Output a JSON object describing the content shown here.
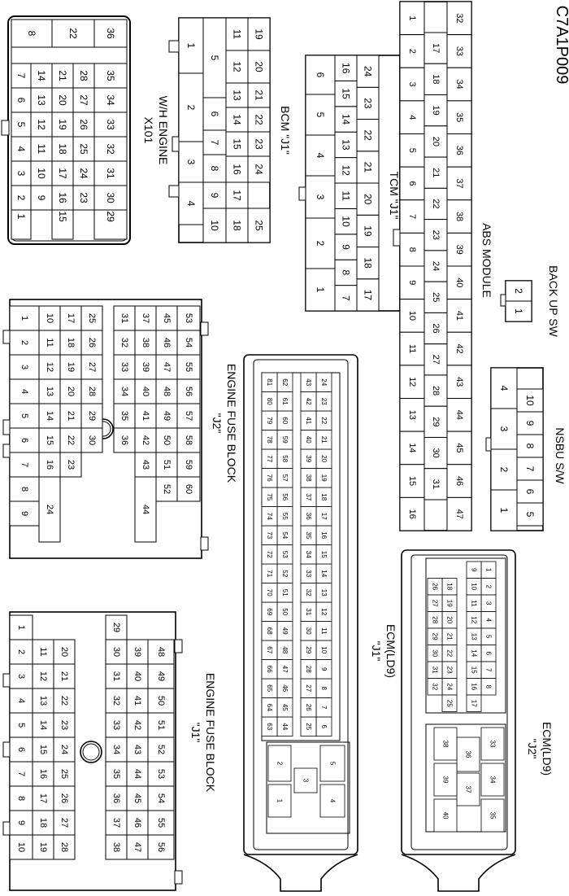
{
  "diagram_code": "C7A1P009",
  "connectors": {
    "x101": {
      "line1": "X101",
      "line2": "W/H ENGINE",
      "pins": [
        "1",
        "2",
        "3",
        "4",
        "5",
        "6",
        "7",
        "8",
        "9",
        "10",
        "11",
        "12",
        "13",
        "14",
        "15",
        "16",
        "17",
        "18",
        "19",
        "20",
        "21",
        "22",
        "23",
        "24",
        "25",
        "26",
        "27",
        "28",
        "29",
        "30",
        "31",
        "32",
        "33",
        "34",
        "35",
        "36"
      ]
    },
    "bcm": {
      "label": "BCM \"J1\"",
      "pins": [
        "1",
        "2",
        "3",
        "4",
        "5",
        "6",
        "7",
        "8",
        "9",
        "10",
        "11",
        "12",
        "13",
        "14",
        "15",
        "16",
        "17",
        "18",
        "19",
        "20",
        "21",
        "22",
        "23",
        "24",
        "25"
      ]
    },
    "tcm": {
      "label": "TCM \"J1\"",
      "pins": [
        "1",
        "2",
        "3",
        "4",
        "5",
        "6",
        "7",
        "8",
        "9",
        "10",
        "11",
        "12",
        "13",
        "14",
        "15",
        "16",
        "17",
        "18",
        "19",
        "20",
        "21",
        "22",
        "23",
        "24"
      ]
    },
    "abs": {
      "label": "ABS MODULE",
      "pins": [
        "1",
        "2",
        "3",
        "4",
        "5",
        "6",
        "7",
        "8",
        "9",
        "10",
        "11",
        "12",
        "13",
        "14",
        "15",
        "16",
        "17",
        "18",
        "19",
        "20",
        "21",
        "22",
        "23",
        "24",
        "25",
        "26",
        "27",
        "28",
        "29",
        "30",
        "31",
        "32",
        "33",
        "34",
        "35",
        "36",
        "37",
        "38",
        "39",
        "40",
        "41",
        "42",
        "43",
        "44",
        "45",
        "46",
        "47"
      ]
    },
    "backup": {
      "label": "BACK UP SW",
      "pins": [
        "1",
        "2"
      ]
    },
    "nsbu": {
      "label": "NSBU S/W",
      "pins": [
        "1",
        "2",
        "3",
        "4",
        "5",
        "6",
        "7",
        "8",
        "9",
        "10"
      ]
    },
    "efb_j2": {
      "line1": "\"J2\"",
      "line2": "ENGINE FUSE BLOCK",
      "pins": [
        "1",
        "2",
        "3",
        "4",
        "5",
        "6",
        "7",
        "8",
        "9",
        "10",
        "11",
        "12",
        "13",
        "14",
        "15",
        "16",
        "17",
        "18",
        "19",
        "20",
        "21",
        "22",
        "23",
        "24",
        "25",
        "26",
        "27",
        "28",
        "29",
        "30",
        "31",
        "32",
        "33",
        "34",
        "35",
        "36",
        "37",
        "38",
        "39",
        "40",
        "41",
        "42",
        "43",
        "44",
        "45",
        "46",
        "47",
        "48",
        "49",
        "50",
        "51",
        "52",
        "53",
        "54",
        "55",
        "56",
        "57",
        "58",
        "59",
        "60"
      ]
    },
    "efb_j1": {
      "line1": "\"J1\"",
      "line2": "ENGINE FUSE BLOCK",
      "pins": [
        "1",
        "2",
        "3",
        "4",
        "5",
        "6",
        "7",
        "8",
        "9",
        "10",
        "11",
        "12",
        "13",
        "14",
        "15",
        "16",
        "17",
        "18",
        "19",
        "20",
        "21",
        "22",
        "23",
        "24",
        "25",
        "26",
        "27",
        "28",
        "29",
        "30",
        "31",
        "32",
        "33",
        "34",
        "35",
        "36",
        "37",
        "38",
        "39",
        "40",
        "41",
        "42",
        "43",
        "44",
        "45",
        "46",
        "47",
        "48",
        "49",
        "50",
        "51",
        "52",
        "53",
        "54",
        "55",
        "56"
      ]
    },
    "ecm_j1": {
      "line1": "\"J1\"",
      "line2": "ECM(LD9)",
      "pins": [
        "1",
        "2",
        "3",
        "4",
        "5",
        "6",
        "7",
        "8",
        "9",
        "10",
        "11",
        "12",
        "13",
        "14",
        "15",
        "16",
        "17",
        "18",
        "19",
        "20",
        "21",
        "22",
        "23",
        "24",
        "25",
        "26",
        "27",
        "28",
        "29",
        "30",
        "31",
        "32",
        "33",
        "34",
        "35",
        "36",
        "37",
        "38",
        "39",
        "40",
        "41",
        "42",
        "43",
        "44",
        "45",
        "46",
        "47",
        "48",
        "49",
        "50",
        "51",
        "52",
        "53",
        "54",
        "55",
        "56",
        "57",
        "58",
        "59",
        "60",
        "61",
        "62",
        "63",
        "64",
        "65",
        "66",
        "67",
        "68",
        "69",
        "70",
        "71",
        "72",
        "73",
        "74",
        "75",
        "76",
        "77",
        "78",
        "79",
        "80",
        "81"
      ]
    },
    "ecm_j2": {
      "line1": "\"J2\"",
      "line2": "ECM(LD9)",
      "pins": [
        "1",
        "2",
        "3",
        "4",
        "5",
        "6",
        "7",
        "8",
        "9",
        "10",
        "11",
        "12",
        "13",
        "14",
        "15",
        "16",
        "17",
        "18",
        "19",
        "20",
        "21",
        "22",
        "23",
        "24",
        "25",
        "26",
        "27",
        "28",
        "29",
        "30",
        "31",
        "32",
        "33",
        "34",
        "35",
        "36",
        "37",
        "38",
        "39",
        "40"
      ]
    }
  }
}
